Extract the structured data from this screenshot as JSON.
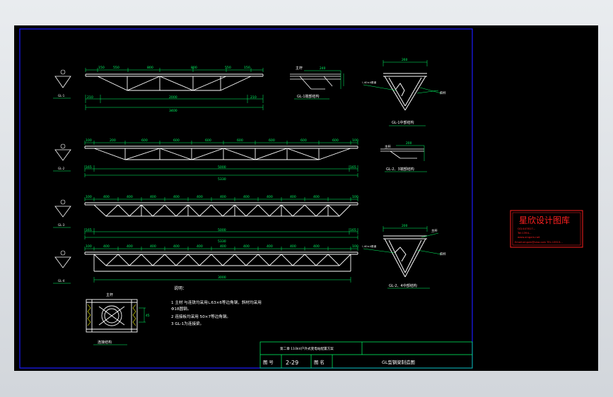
{
  "section_heads": {
    "gl1": "GL-1",
    "gl2": "GL-2",
    "gl3": "GL-3",
    "gl4": "GL-4"
  },
  "truss1": {
    "top_dims": [
      "150",
      "550",
      "800",
      "800",
      "550",
      "150"
    ],
    "bottom_inner": "2000",
    "bottom_left": "210",
    "bottom_right": "210",
    "total": "3400"
  },
  "truss2": {
    "top_dims": [
      "100",
      "200",
      "600",
      "600",
      "600",
      "600",
      "600",
      "600",
      "600",
      "100"
    ],
    "left_end": "165",
    "right_end": "165",
    "inner": "5000",
    "total": "5330"
  },
  "truss3": {
    "top_dims": [
      "100",
      "400",
      "400",
      "400",
      "400",
      "400",
      "400",
      "400",
      "400",
      "400",
      "400",
      "100"
    ],
    "left_end": "165",
    "right_end": "165",
    "inner": "5000",
    "total": "5330"
  },
  "truss4": {
    "top_dims": [
      "100",
      "400",
      "400",
      "400",
      "400",
      "400",
      "400",
      "400",
      "400",
      "400",
      "400",
      "100"
    ],
    "inner": "3000"
  },
  "details": {
    "end_node_label": "GL-1端部结构",
    "mid_node_label": "GL-1中部结构",
    "end_node_23_label": "GL-2、3端部结构",
    "mid_node_24_label": "GL-2、4中部结构",
    "weld_label": "连接结构",
    "main_rod": "主杆",
    "diagonal": "斜杆",
    "dim_260": "260",
    "dim_240": "240",
    "dim_200": "200",
    "dim_45": "45",
    "angle_note": "∟40×4角钢"
  },
  "notes": {
    "title": "说明：",
    "lines": [
      "1 主材 与连铁均采用∟63×6等边角钢，斜材均采用",
      "   Φ18圆钢。",
      "2 连接板均采用 50×7等边角钢。",
      "3 GL-1为连接梁。"
    ]
  },
  "title_block": {
    "project": "第二章 110kV户外式变电站配置方案",
    "fig_no_label": "图 号",
    "fig_no": "2-29",
    "fig_name_label": "图 名",
    "fig_name": "GL型钢梁制造图"
  },
  "stamp": {
    "name": "星欣设计图库",
    "line1": "QQ:447817...",
    "line2": "Tel:1394...",
    "line3": "www.xingxin.net",
    "line4": "Email:xingxin@sina.com TEL:13913..."
  },
  "colors": {
    "background": "#000000",
    "frame": "#0000ff",
    "truss": "#ffffff",
    "dimension": "#00ff66",
    "text": "#ffffff",
    "stamp": "#ff2020"
  }
}
